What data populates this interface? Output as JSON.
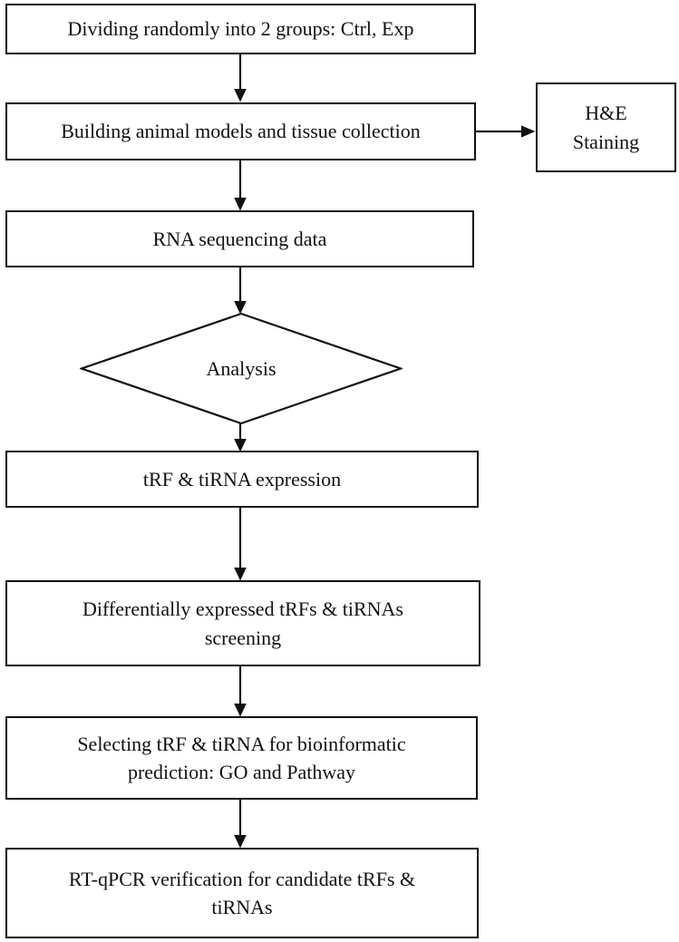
{
  "diagram": {
    "title": "Experimental workflow flowchart",
    "type": "flowchart",
    "background_color": "#ffffff",
    "stroke_color": "#111111",
    "text_color": "#111111",
    "nodes": [
      {
        "id": "n1",
        "shape": "rectangle",
        "label": "Dividing randomly into 2 groups: Ctrl, Exp"
      },
      {
        "id": "n2",
        "shape": "rectangle",
        "label": "Building animal models and tissue collection"
      },
      {
        "id": "n3",
        "shape": "rectangle",
        "label": "H&E\nStaining"
      },
      {
        "id": "n4",
        "shape": "rectangle",
        "label": "RNA sequencing data"
      },
      {
        "id": "n5",
        "shape": "diamond",
        "label": "Analysis"
      },
      {
        "id": "n6",
        "shape": "rectangle",
        "label": "tRF & tiRNA expression"
      },
      {
        "id": "n7",
        "shape": "rectangle",
        "label": "Differentially expressed tRFs & tiRNAs\nscreening"
      },
      {
        "id": "n8",
        "shape": "rectangle",
        "label": "Selecting tRF & tiRNA for bioinformatic\nprediction: GO and Pathway"
      },
      {
        "id": "n9",
        "shape": "rectangle",
        "label": "RT-qPCR verification for candidate tRFs &\ntiRNAs"
      }
    ],
    "edges": [
      {
        "id": "e1",
        "from": "n1",
        "to": "n2",
        "direction": "down"
      },
      {
        "id": "e2",
        "from": "n2",
        "to": "n3",
        "direction": "right"
      },
      {
        "id": "e3",
        "from": "n2",
        "to": "n4",
        "direction": "down"
      },
      {
        "id": "e4",
        "from": "n4",
        "to": "n5",
        "direction": "down"
      },
      {
        "id": "e5",
        "from": "n5",
        "to": "n6",
        "direction": "down"
      },
      {
        "id": "e6",
        "from": "n6",
        "to": "n7",
        "direction": "down"
      },
      {
        "id": "e7",
        "from": "n7",
        "to": "n8",
        "direction": "down"
      },
      {
        "id": "e8",
        "from": "n8",
        "to": "n9",
        "direction": "down"
      }
    ]
  }
}
